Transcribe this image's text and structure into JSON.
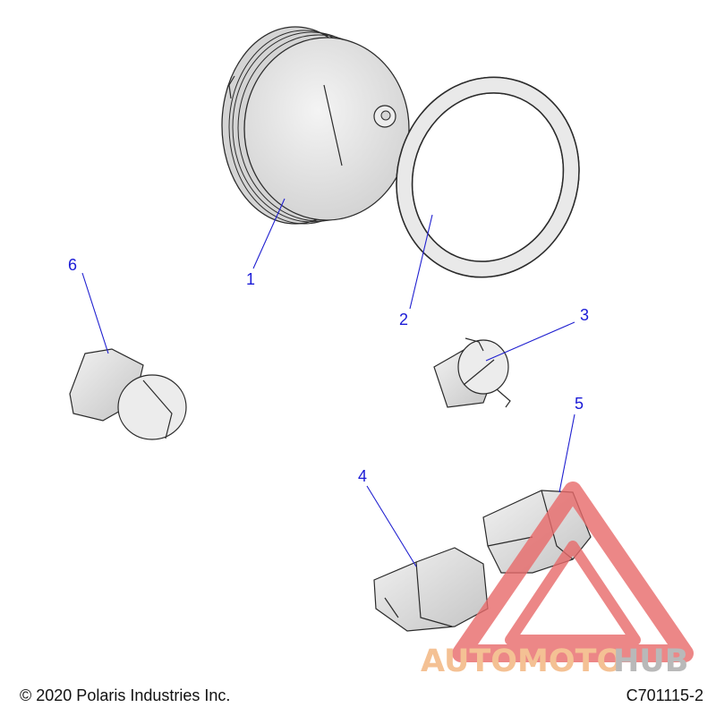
{
  "callouts": [
    {
      "id": "1",
      "label": "1"
    },
    {
      "id": "2",
      "label": "2"
    },
    {
      "id": "3",
      "label": "3"
    },
    {
      "id": "4",
      "label": "4"
    },
    {
      "id": "5",
      "label": "5"
    },
    {
      "id": "6",
      "label": "6"
    }
  ],
  "footer": {
    "copyright": "© 2020 Polaris Industries Inc.",
    "figure_id": "C701115-2"
  },
  "watermark": {
    "part1": "AUTOMOTO",
    "part2": "HUB",
    "color_primary": "#f2b27a",
    "color_secondary": "#a8a8a8",
    "triangle_color": "#e86a6a"
  },
  "colors": {
    "callout": "#1a1ad6",
    "part_fill": "#e9e9e9",
    "part_stroke": "#2b2b2b"
  }
}
